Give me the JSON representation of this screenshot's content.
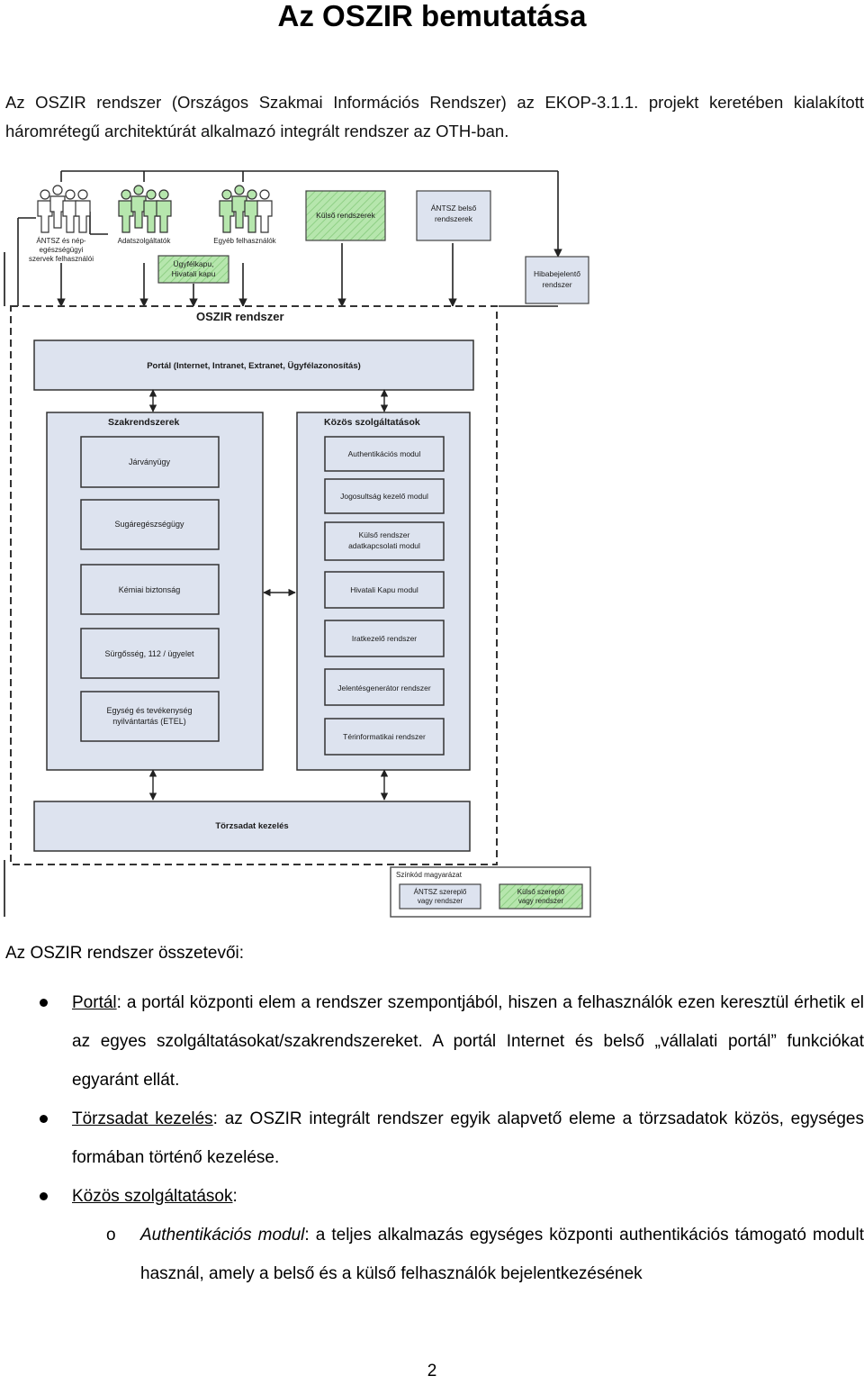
{
  "title": "Az OSZIR bemutatása",
  "intro": "Az OSZIR rendszer (Országos Szakmai Információs Rendszer) az EKOP-3.1.1. projekt keretében kialakított háromrétegű architektúrát alkalmazó integrált rendszer az OTH-ban.",
  "diagram": {
    "actors": [
      {
        "line1": "ÁNTSZ és nép-",
        "line2": "egészségügyi",
        "line3": "szervek felhasználói"
      },
      {
        "line1": "Adatszolgáltatók"
      },
      {
        "line1": "Egyéb felhasználók"
      }
    ],
    "ugyfelkapu": {
      "line1": "Ügyfélkapu,",
      "line2": "Hivatali kapu"
    },
    "kulso_rendszerek": "Külső rendszerek",
    "antsz_belso": {
      "line1": "ÁNTSZ belső",
      "line2": "rendszerek"
    },
    "hibabejelento": {
      "line1": "Hibabejelentő",
      "line2": "rendszer"
    },
    "oszir_label": "OSZIR rendszer",
    "portal": "Portál (Internet, Intranet, Extranet, Ügyfélazonosítás)",
    "szakrendszerek": {
      "title": "Szakrendszerek",
      "items": [
        "Járványügy",
        "Sugáregészségügy",
        "Kémiai biztonság",
        "Sürgősség, 112 / ügyelet"
      ],
      "etel": {
        "line1": "Egység és tevékenység",
        "line2": "nyilvántartás (ETEL)"
      }
    },
    "kozos": {
      "title": "Közös szolgáltatások",
      "authentikacios": "Authentikációs modul",
      "jogosultsag": "Jogosultság kezelő modul",
      "kulso_adat": {
        "line1": "Külső rendszer",
        "line2": "adatkapcsolati modul"
      },
      "items_after": [
        "Hivatali Kapu modul",
        "Iratkezelő rendszer",
        "Jelentésgenerátor rendszer",
        "Térinformatikai rendszer"
      ]
    },
    "torzsadat": "Törzsadat kezelés",
    "legend": {
      "title": "Színkód magyarázat",
      "item1": {
        "line1": "ÁNTSZ szereplő",
        "line2": "vagy rendszer"
      },
      "item2": {
        "line1": "Külső szereplő",
        "line2": "vagy rendszer"
      }
    }
  },
  "section_heading": "Az OSZIR rendszer összetevői:",
  "bullets": [
    {
      "term": "Portál",
      "rest": ": a portál központi elem a rendszer szempontjából, hiszen a felhasználók ezen keresztül érhetik el az egyes szolgáltatásokat/szakrendszereket. A portál Internet és belső „vállalati portál” funkciókat egyaránt ellát."
    },
    {
      "term": "Törzsadat kezelés",
      "rest": ": az OSZIR integrált rendszer egyik alapvető eleme a törzsadatok közös, egységes formában történő kezelése."
    },
    {
      "term": "Közös szolgáltatások",
      "rest": ":"
    }
  ],
  "subbullets": [
    {
      "marker": "o",
      "term": "Authentikációs modul",
      "rest": ": a teljes alkalmazás egységes központi authentikációs támogató modult használ, amely a belső és a külső felhasználók bejelentkezésének"
    }
  ],
  "page_number": "2",
  "colors": {
    "box_fill": "#dde3ef",
    "external_fill": "#a9e0a0",
    "line": "#333333"
  }
}
